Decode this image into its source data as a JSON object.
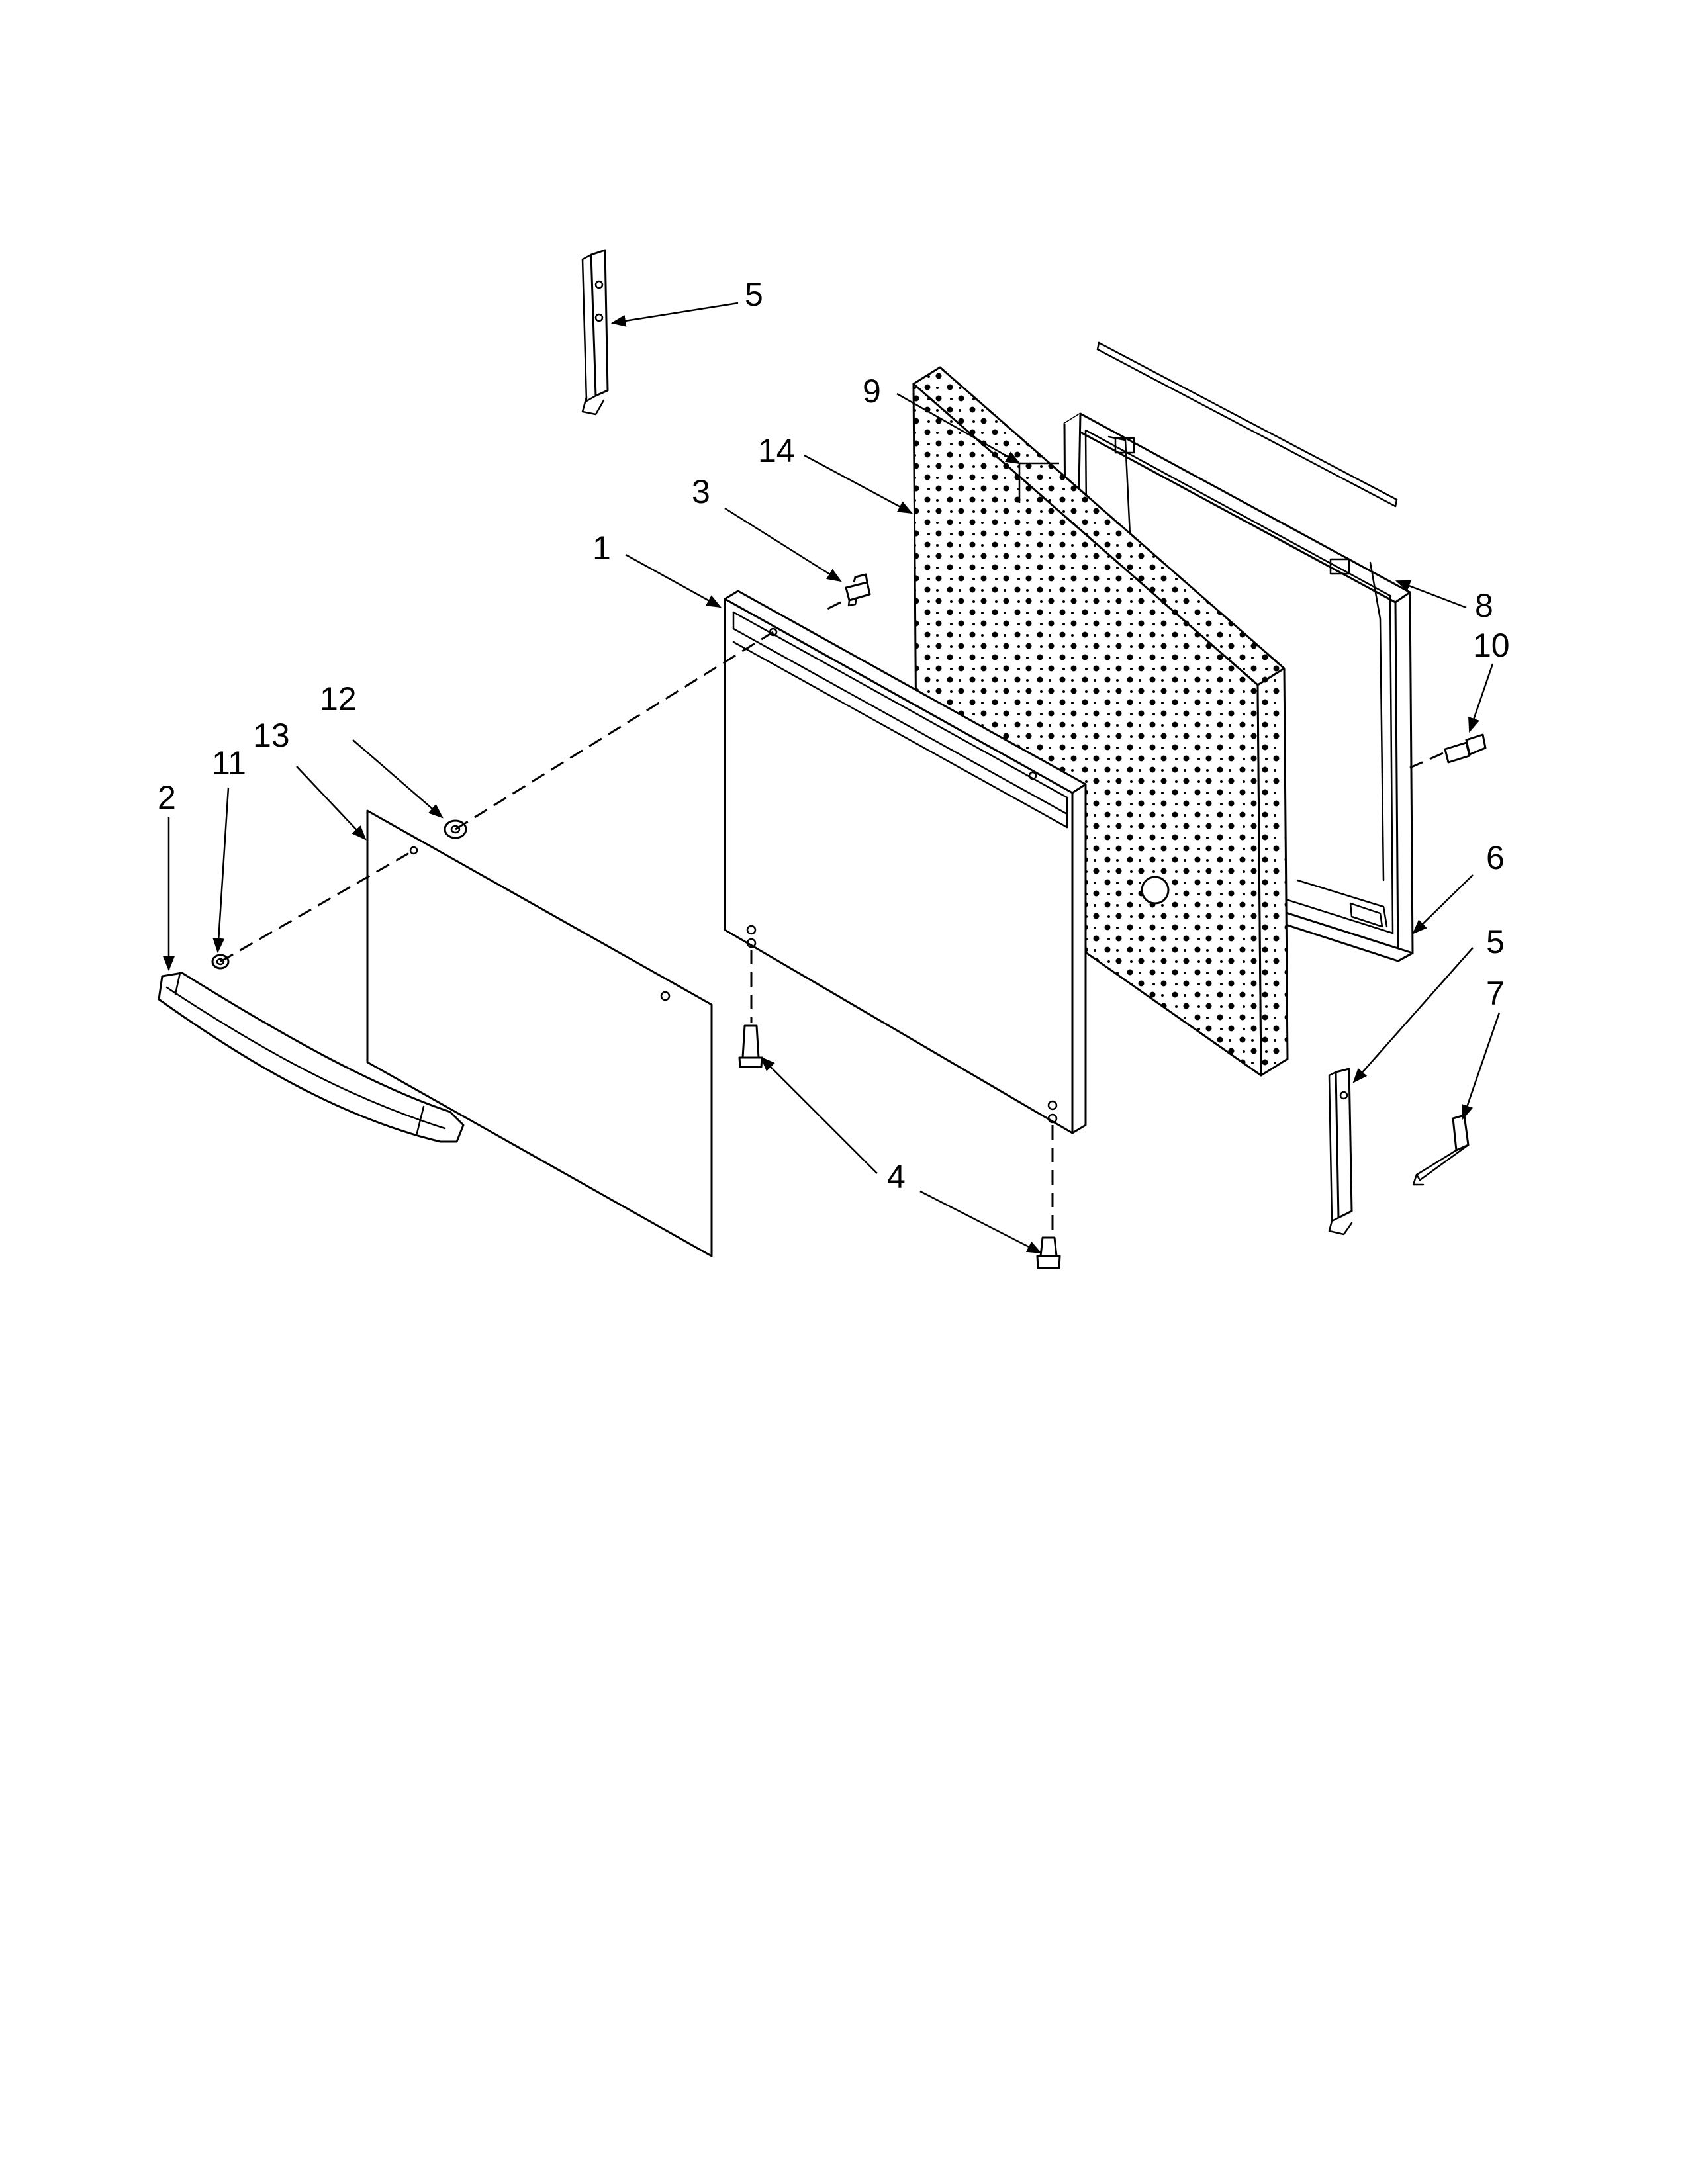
{
  "diagram": {
    "callouts": [
      {
        "id": "c1",
        "label": "1"
      },
      {
        "id": "c2",
        "label": "2"
      },
      {
        "id": "c3",
        "label": "3"
      },
      {
        "id": "c4",
        "label": "4"
      },
      {
        "id": "c5a",
        "label": "5"
      },
      {
        "id": "c5b",
        "label": "5"
      },
      {
        "id": "c6",
        "label": "6"
      },
      {
        "id": "c7",
        "label": "7"
      },
      {
        "id": "c8",
        "label": "8"
      },
      {
        "id": "c9",
        "label": "9"
      },
      {
        "id": "c10",
        "label": "10"
      },
      {
        "id": "c11",
        "label": "11"
      },
      {
        "id": "c12",
        "label": "12"
      },
      {
        "id": "c13",
        "label": "13"
      },
      {
        "id": "c14",
        "label": "14"
      }
    ]
  },
  "colors": {
    "line": "#000000",
    "background": "#ffffff",
    "insulation_dots": "#000000"
  }
}
